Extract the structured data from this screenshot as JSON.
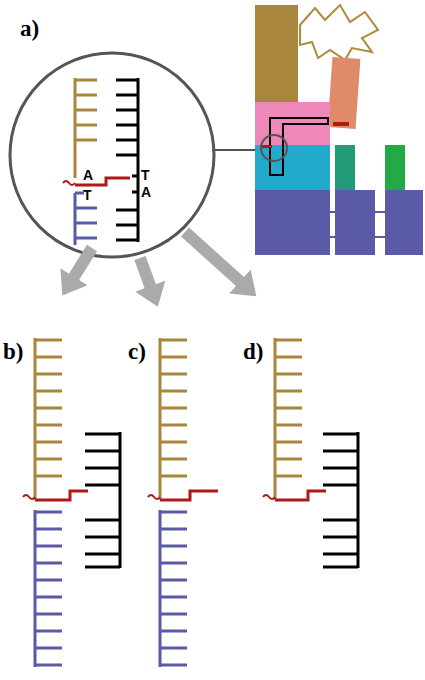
{
  "diagram": {
    "labels": [
      "a)",
      "A",
      "T",
      "T",
      "A",
      "b)",
      "c)",
      "d)"
    ]
  }
}
